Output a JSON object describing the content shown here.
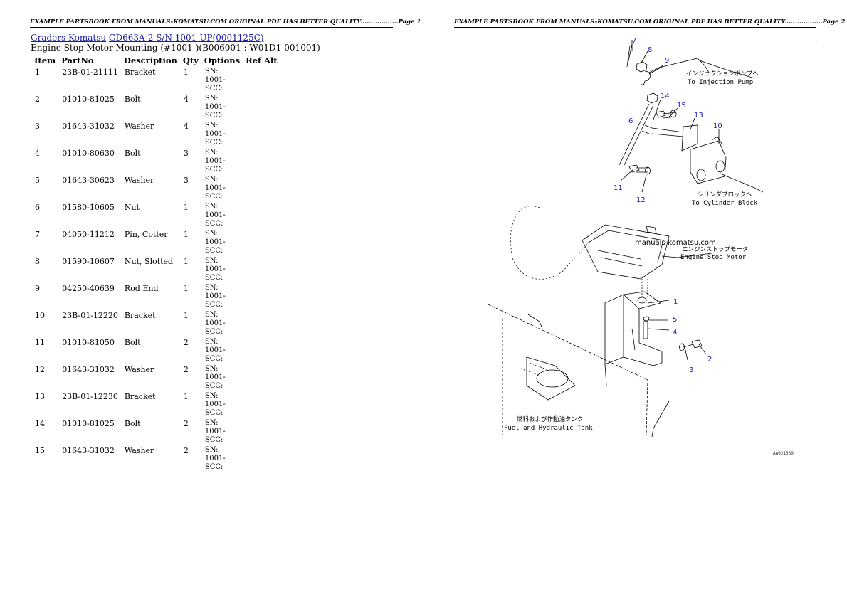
{
  "headers": {
    "page1": "EXAMPLE PARTSBOOK FROM MANUALS-KOMATSU.COM ORIGINAL PDF HAS BETTER QUALITY..................Page 1",
    "page2": "EXAMPLE PARTSBOOK FROM MANUALS-KOMATSU.COM ORIGINAL PDF HAS BETTER QUALITY..................Page 2"
  },
  "breadcrumb": {
    "link1": "Graders Komatsu",
    "link2": "GD663A-2 S/N 1001-UP(0001125C)"
  },
  "subtitle": "Engine Stop Motor Mounting (#1001-)(B006001 : W01D1-001001)",
  "table": {
    "headers": [
      "Item",
      "PartNo",
      "Description",
      "Qty",
      "Options",
      "Ref Alt"
    ],
    "rows": [
      {
        "item": "1",
        "partno": "23B-01-21111",
        "desc": "Bracket",
        "qty": "1",
        "opt1": "SN: 1001-",
        "opt2": "SCC:"
      },
      {
        "item": "2",
        "partno": "01010-81025",
        "desc": "Bolt",
        "qty": "4",
        "opt1": "SN: 1001-",
        "opt2": "SCC:"
      },
      {
        "item": "3",
        "partno": "01643-31032",
        "desc": "Washer",
        "qty": "4",
        "opt1": "SN: 1001-",
        "opt2": "SCC:"
      },
      {
        "item": "4",
        "partno": "01010-80630",
        "desc": "Bolt",
        "qty": "3",
        "opt1": "SN: 1001-",
        "opt2": "SCC:"
      },
      {
        "item": "5",
        "partno": "01643-30623",
        "desc": "Washer",
        "qty": "3",
        "opt1": "SN: 1001-",
        "opt2": "SCC:"
      },
      {
        "item": "6",
        "partno": "01580-10605",
        "desc": "Nut",
        "qty": "1",
        "opt1": "SN: 1001-",
        "opt2": "SCC:"
      },
      {
        "item": "7",
        "partno": "04050-11212",
        "desc": "Pin, Cotter",
        "qty": "1",
        "opt1": "SN: 1001-",
        "opt2": "SCC:"
      },
      {
        "item": "8",
        "partno": "01590-10607",
        "desc": "Nut, Slotted",
        "qty": "1",
        "opt1": "SN: 1001-",
        "opt2": "SCC:"
      },
      {
        "item": "9",
        "partno": "04250-40639",
        "desc": "Rod End",
        "qty": "1",
        "opt1": "SN: 1001-",
        "opt2": "SCC:"
      },
      {
        "item": "10",
        "partno": "23B-01-12220",
        "desc": "Bracket",
        "qty": "1",
        "opt1": "SN: 1001-",
        "opt2": "SCC:"
      },
      {
        "item": "11",
        "partno": "01010-81050",
        "desc": "Bolt",
        "qty": "2",
        "opt1": "SN: 1001-",
        "opt2": "SCC:"
      },
      {
        "item": "12",
        "partno": "01643-31032",
        "desc": "Washer",
        "qty": "2",
        "opt1": "SN: 1001-",
        "opt2": "SCC:"
      },
      {
        "item": "13",
        "partno": "23B-01-12230",
        "desc": "Bracket",
        "qty": "1",
        "opt1": "SN: 1001-",
        "opt2": "SCC:"
      },
      {
        "item": "14",
        "partno": "01010-81025",
        "desc": "Bolt",
        "qty": "2",
        "opt1": "SN: 1001-",
        "opt2": "SCC:"
      },
      {
        "item": "15",
        "partno": "01643-31032",
        "desc": "Washer",
        "qty": "2",
        "opt1": "SN: 1001-",
        "opt2": "SCC:"
      }
    ]
  },
  "diagram": {
    "callouts": [
      "1",
      "2",
      "3",
      "4",
      "5",
      "6",
      "7",
      "8",
      "9",
      "10",
      "11",
      "12",
      "13",
      "14",
      "15"
    ],
    "injection_pump_jp": "インジェクションポンプへ",
    "injection_pump_en": "To Injection Pump",
    "cylinder_block_jp": "シリンダブロックへ",
    "cylinder_block_en": "To Cylinder Block",
    "watermark": "manuals-komatsu.com",
    "stop_motor_jp": "エンジンストップモータ",
    "stop_motor_en": "Engine Stop Motor",
    "tank_jp": "燃料および作動油タンク",
    "tank_en": "Fuel and Hydraulic Tank",
    "drawing_code": "AA021539",
    "corner_mark": "."
  }
}
